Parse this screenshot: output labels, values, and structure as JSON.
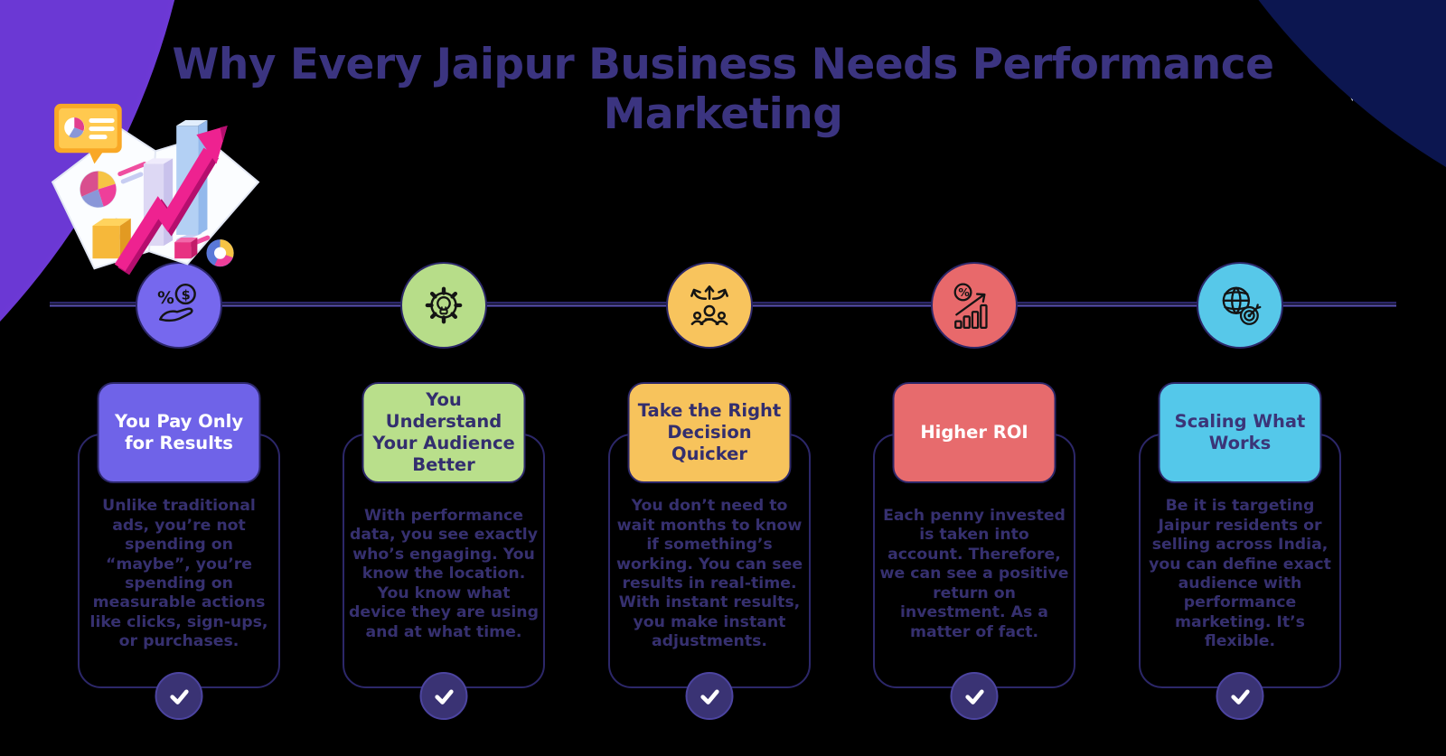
{
  "page": {
    "title": "Why Every Jaipur Business Needs Performance Marketing",
    "title_color": "#3b3480",
    "background_color": "#000000",
    "line_color": "#2c2769"
  },
  "decorations": {
    "top_left_arc_colors": [
      "#8a4cee",
      "#c7b2f8"
    ],
    "top_right_arc_colors": [
      "#0c1650",
      "#2d93da",
      "#55bce8"
    ],
    "cursor_icon": "white-cursor-arrow",
    "illustration": "isometric-analytics-charts"
  },
  "check_badge": {
    "bg": "#3a3374",
    "check_color": "#ffffff"
  },
  "columns": [
    {
      "icon": "percent-dollar-hand-icon",
      "icon_bg": "#7668ee",
      "header_bg": "#6f63e8",
      "header_text_color": "#ffffff",
      "header": "You Pay Only for Results",
      "body": "Unlike traditional ads, you’re not spending on “maybe”, you’re spending on measurable actions like clicks, sign-ups, or purchases."
    },
    {
      "icon": "gear-lightbulb-icon",
      "icon_bg": "#b7dd89",
      "header_bg": "#b9df8b",
      "header_text_color": "#332e6e",
      "header": "You Understand Your Audience Better",
      "body": "With performance data, you see exactly who’s engaging. You know the location. You know what device they are using and at what time."
    },
    {
      "icon": "person-decision-arrows-icon",
      "icon_bg": "#f8c45d",
      "header_bg": "#f7c35c",
      "header_text_color": "#332e6e",
      "header": "Take the Right Decision Quicker",
      "body": "You don’t need to wait months to know if something’s working. You can see results in real-time. With instant results, you make instant adjustments."
    },
    {
      "icon": "percent-growth-chart-icon",
      "icon_bg": "#e8696b",
      "header_bg": "#e76b6d",
      "header_text_color": "#ffffff",
      "header": "Higher ROI",
      "body": "Each penny invested is taken into account. Therefore, we can see a positive return on investment. As a matter of fact."
    },
    {
      "icon": "globe-target-icon",
      "icon_bg": "#57c8e9",
      "header_bg": "#54c8ea",
      "header_text_color": "#3b3578",
      "header": "Scaling What Works",
      "body": "Be it is targeting Jaipur residents or selling across India, you can define exact audience with performance marketing. It’s flexible."
    }
  ]
}
